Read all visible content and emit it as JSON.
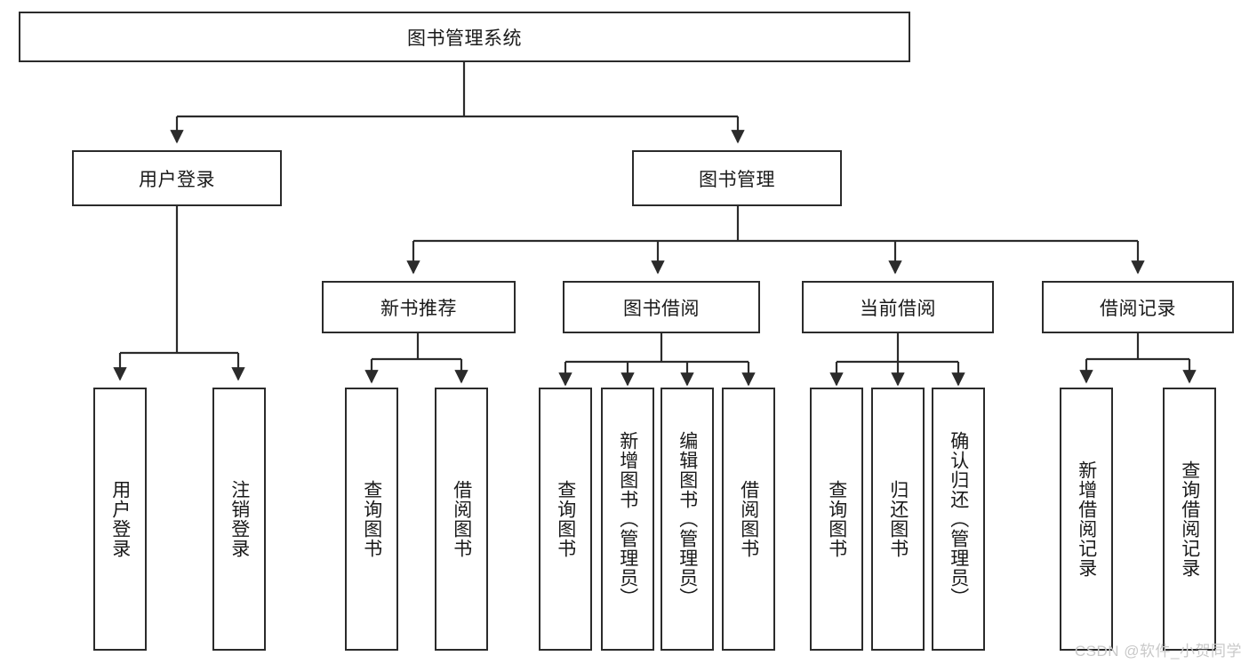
{
  "diagram": {
    "title": "图书管理系统",
    "watermark": "CSDN @软件_小贺同学",
    "levels": {
      "root": {
        "label": "图书管理系统"
      },
      "level2": [
        {
          "label": "用户登录"
        },
        {
          "label": "图书管理"
        }
      ],
      "level3": [
        {
          "label": "新书推荐"
        },
        {
          "label": "图书借阅"
        },
        {
          "label": "当前借阅"
        },
        {
          "label": "借阅记录"
        }
      ],
      "leaves": {
        "user_login": [
          {
            "label": "用户登录"
          },
          {
            "label": "注销登录"
          }
        ],
        "new_book_recommend": [
          {
            "label": "查询图书"
          },
          {
            "label": "借阅图书"
          }
        ],
        "book_borrow": [
          {
            "label": "查询图书"
          },
          {
            "label": "新增图书（管理员）"
          },
          {
            "label": "编辑图书（管理员）"
          },
          {
            "label": "借阅图书"
          }
        ],
        "current_borrow": [
          {
            "label": "查询图书"
          },
          {
            "label": "归还图书"
          },
          {
            "label": "确认归还（管理员）"
          }
        ],
        "borrow_record": [
          {
            "label": "新增借阅记录"
          },
          {
            "label": "查询借阅记录"
          }
        ]
      }
    },
    "colors": {
      "stroke": "#2b2b2b",
      "fill": "#ffffff",
      "text": "#1a1a1a",
      "watermark": "#c9c9c9"
    }
  }
}
